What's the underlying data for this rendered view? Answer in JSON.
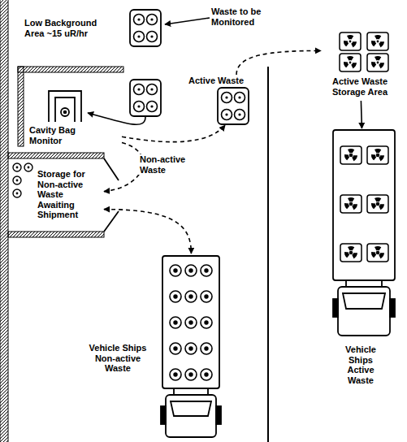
{
  "diagram": {
    "nodes": [
      {
        "text": [
          "Cavity Bag Monitor"
        ]
      },
      {
        "text": [
          "Storage for Non-active Waste Awaiting Shipment"
        ]
      },
      {
        "text": [
          "Active Waste"
        ]
      },
      {
        "text": [
          "Active Waste Storage Area"
        ]
      },
      {
        "text": [
          "Vehicle Ships Non-active Waste"
        ]
      },
      {
        "text": [
          "Vehicle Ships Active Waste"
        ]
      }
    ],
    "edges": [
      {
        "from": 0,
        "to": 2,
        "arrow": "to"
      },
      {
        "from": 0,
        "to": 1,
        "label": "Non-active Waste",
        "arrow": "to"
      },
      {
        "from": 1,
        "to": 4,
        "arrow": "both"
      },
      {
        "from": 2,
        "to": 3,
        "arrow": "to"
      },
      {
        "from": 3,
        "to": 5,
        "arrow": "to"
      }
    ],
    "labels": [
      "Low Background Area ~15 uR/hr",
      "Waste to be Monitored"
    ]
  }
}
